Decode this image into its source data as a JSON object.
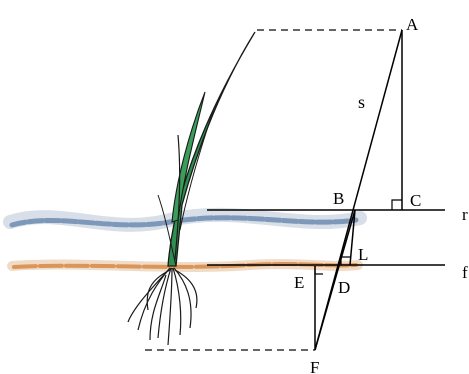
{
  "diagram": {
    "points": {
      "A": "A",
      "B": "B",
      "C": "C",
      "L": "L",
      "E": "E",
      "D": "D",
      "F": "F"
    },
    "segment_label": "s",
    "line_labels": {
      "upper": "r",
      "lower": "f"
    },
    "colors": {
      "water_band": "#7d98b8",
      "water_glow": "#d9dfe8",
      "soil_band": "#d9955a",
      "soil_glow": "#f0dcc6",
      "plant_leaf": "#2f8f4e",
      "plant_outline": "#1a1a1a",
      "lines": "#000000",
      "dashed": "#333333"
    }
  }
}
